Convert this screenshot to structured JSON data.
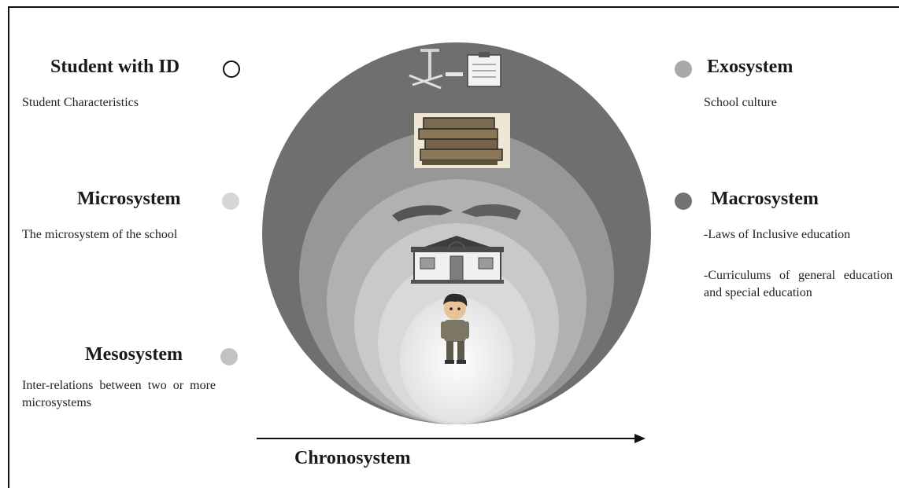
{
  "legend": {
    "student": {
      "title": "Student with ID",
      "desc": "Student Characteristics"
    },
    "microsystem": {
      "title": "Microsystem",
      "desc": "The microsystem of the school",
      "color": "#d6d6d6"
    },
    "mesosystem": {
      "title": "Mesosystem",
      "desc": "Inter-relations between two or more microsystems",
      "color": "#c2c2c2"
    },
    "exosystem": {
      "title": "Exosystem",
      "desc": "School culture",
      "color": "#a9a9a9"
    },
    "macrosystem": {
      "title": "Macrosystem",
      "desc_line1": "-Laws of Inclusive education",
      "desc_line2": "-Curriculums of general education and special education",
      "color": "#727272"
    }
  },
  "chronosystem": {
    "label": "Chronosystem"
  },
  "icons": [
    "scales-clipboard-icon",
    "books-icon",
    "handshake-icon",
    "school-building-icon",
    "student-child-icon"
  ],
  "colors": {
    "ring_outer": "#6f6f6f",
    "ring_2": "#979797",
    "ring_3": "#b1b1b1",
    "ring_4": "#c9c9c9",
    "ring_5": "#dadada",
    "core": "#f3f3f3"
  }
}
